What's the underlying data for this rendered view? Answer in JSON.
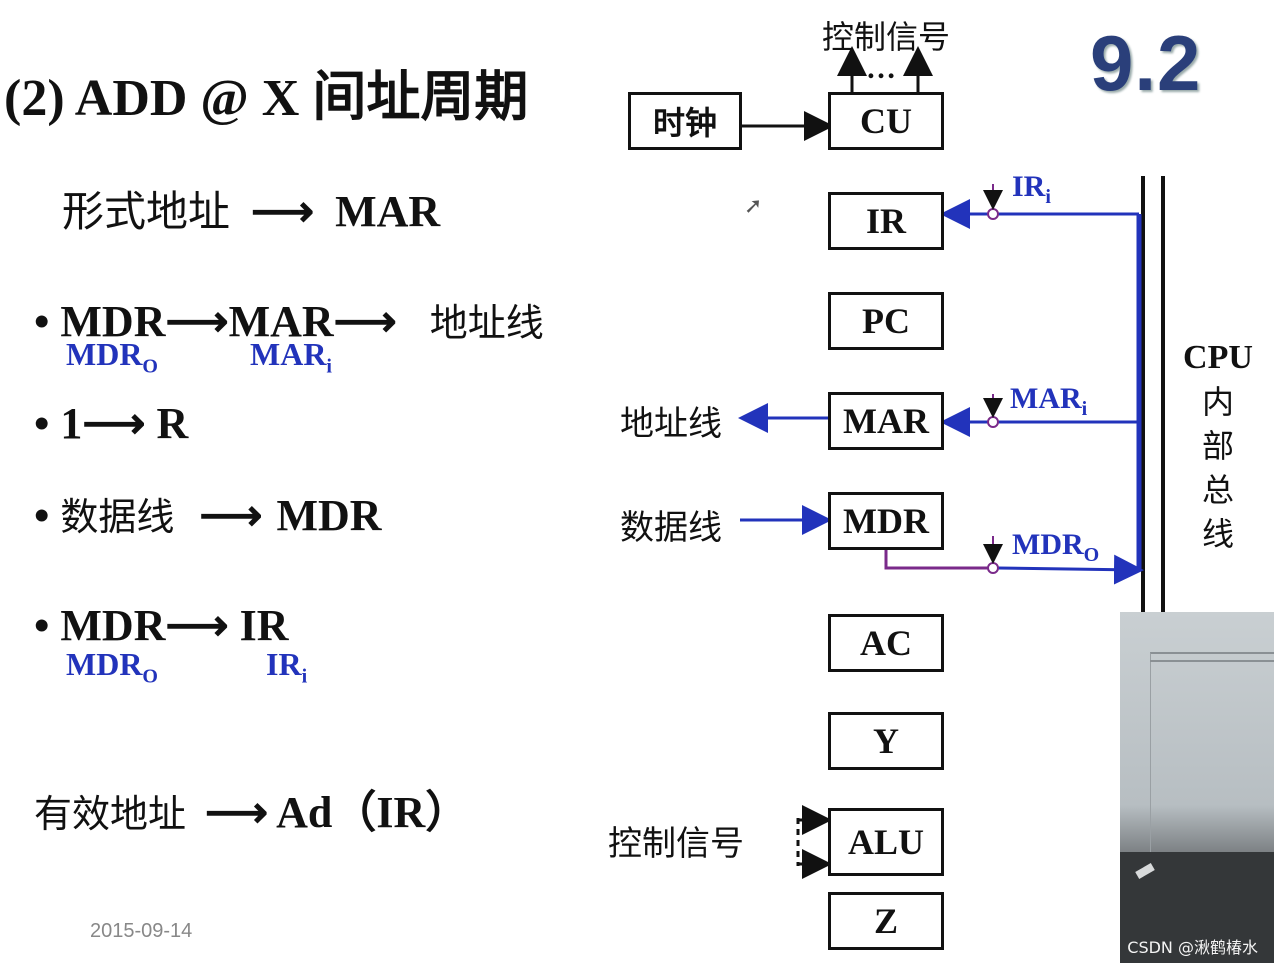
{
  "title": {
    "prefix": "(2) ADD @ X ",
    "cn": "间址周期"
  },
  "section_number": "9.2",
  "date": "2015-09-14",
  "watermark": "CSDN @湫鹤椿水",
  "steps": [
    {
      "kind": "header",
      "left_cn": "形式地址",
      "arrow": "⟶",
      "right": "MAR"
    },
    {
      "kind": "bullet",
      "bullet": "•",
      "a": "MDR",
      "arrow1": "⟶",
      "b": "MAR",
      "arrow2": "⟶",
      "c_cn": "地址线",
      "sig_a": "MDR",
      "sig_a_sub": "O",
      "sig_b": "MAR",
      "sig_b_sub": "i"
    },
    {
      "kind": "bullet",
      "bullet": "•",
      "a": "1",
      "arrow1": "⟶",
      "b": "R"
    },
    {
      "kind": "bullet",
      "bullet": "•",
      "a_cn": "数据线",
      "arrow1": "⟶",
      "b": "MDR"
    },
    {
      "kind": "bullet",
      "bullet": "•",
      "a": "MDR",
      "arrow1": "⟶",
      "b": "IR",
      "sig_a": "MDR",
      "sig_a_sub": "O",
      "sig_b": "IR",
      "sig_b_sub": "i"
    },
    {
      "kind": "footer",
      "left_cn": "有效地址",
      "arrow": "⟶",
      "right": "Ad（IR）"
    }
  ],
  "diagram": {
    "control_signal_top": "控制信号",
    "ellipsis": "…",
    "clock": "时钟",
    "registers": [
      "CU",
      "IR",
      "PC",
      "MAR",
      "MDR",
      "AC",
      "Y",
      "ALU",
      "Z"
    ],
    "address_line": "地址线",
    "data_line": "数据线",
    "control_signal_alu": "控制信号",
    "signals": {
      "ir": "IR",
      "ir_sub": "i",
      "mar": "MAR",
      "mar_sub": "i",
      "mdr": "MDR",
      "mdr_sub": "O"
    },
    "bus_label": {
      "en": "CPU",
      "cn": [
        "内",
        "部",
        "总",
        "线"
      ]
    },
    "colors": {
      "signal": "#2233bb",
      "bus": "#2233bb",
      "mdr_out": "#7a2a8a",
      "section": "#2a3f7a"
    }
  }
}
